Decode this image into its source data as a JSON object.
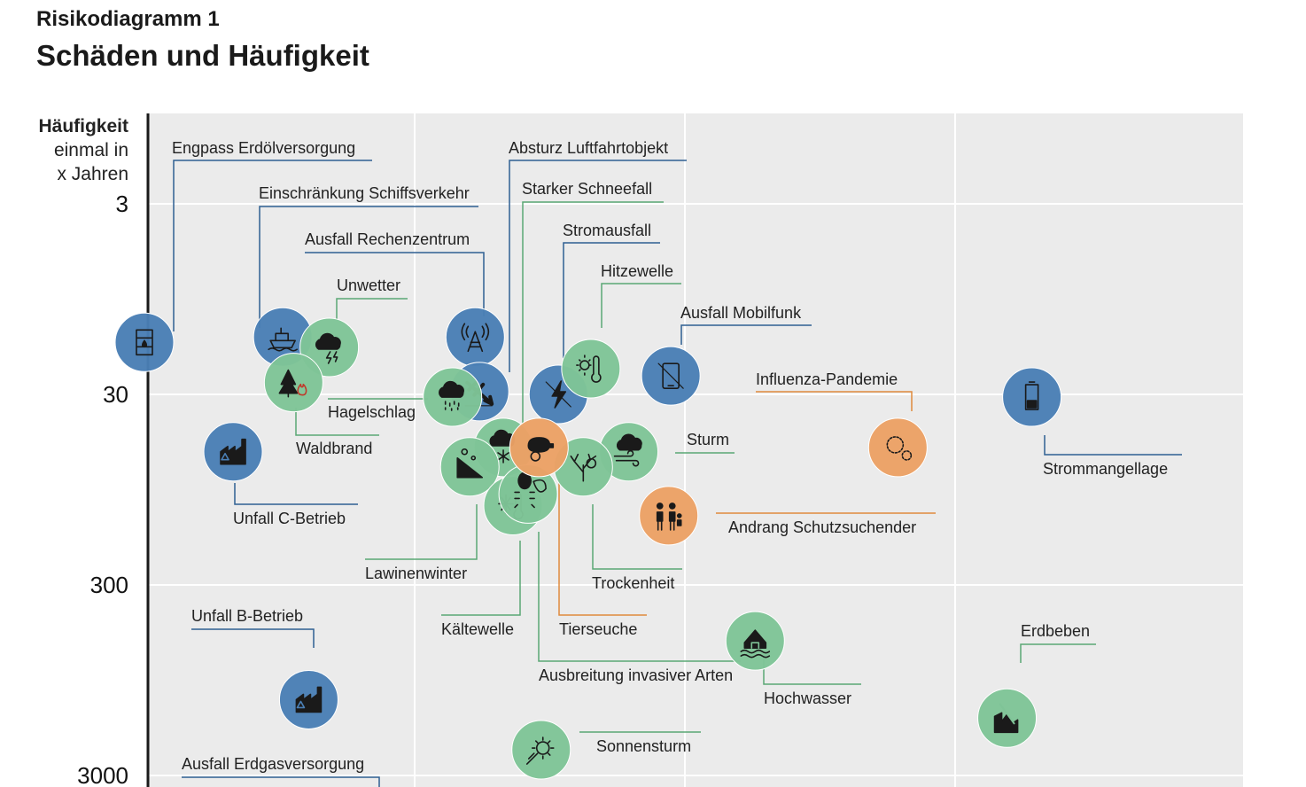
{
  "kicker": "Risikodiagramm 1",
  "title": "Schäden und Häufigkeit",
  "colors": {
    "plot_bg": "#ebebeb",
    "grid": "#ffffff",
    "axis": "#1a1a1a",
    "blue": "#4a7fb5",
    "green": "#7fc497",
    "orange": "#eba165",
    "blue_line": "#2e5f92",
    "green_line": "#5aa874",
    "orange_line": "#e08a3c",
    "glyph": "#1a1a1a"
  },
  "chart_data": {
    "type": "scatter",
    "title": "Schäden und Häufigkeit",
    "ylabel": [
      "Häufigkeit",
      "einmal in",
      "x Jahren"
    ],
    "y_scale": "log",
    "y_ticks": [
      3,
      30,
      300,
      3000
    ],
    "y_tick_labels": [
      "3",
      "30",
      "300",
      "3000"
    ],
    "ylim": [
      1.1,
      3000
    ],
    "xlim": [
      0,
      100
    ],
    "x_grid": [
      25,
      50,
      75
    ],
    "grid": true,
    "series": [
      {
        "color": "blue",
        "points": [
          {
            "label": "Engpass Erdölversorgung",
            "x": 0,
            "y": 16,
            "icon": "oil-barrel-icon"
          },
          {
            "label": "Einschränkung Schiffsverkehr",
            "x": 12.8,
            "y": 15,
            "icon": "ship-icon"
          },
          {
            "label": "Ausfall Rechenzentrum",
            "x": 30.6,
            "y": 15,
            "icon": "antenna-tower-icon"
          },
          {
            "label": "Absturz Luftfahrtobjekt",
            "x": 31.0,
            "y": 29,
            "icon": "plane-crash-icon"
          },
          {
            "label": "Stromausfall",
            "x": 38.3,
            "y": 30,
            "icon": "lightning-icon"
          },
          {
            "label": "Ausfall Mobilfunk",
            "x": 48.7,
            "y": 24,
            "icon": "mobile-phone-icon"
          },
          {
            "label": "Strommangellage",
            "x": 82.1,
            "y": 31,
            "icon": "battery-icon"
          },
          {
            "label": "Unfall C-Betrieb",
            "x": 8.2,
            "y": 60,
            "icon": "chemical-plant-icon"
          },
          {
            "label": "Unfall B-Betrieb",
            "x": 15.2,
            "y": 1200,
            "icon": "biohazard-plant-icon"
          }
        ]
      },
      {
        "color": "green",
        "points": [
          {
            "label": "Unwetter",
            "x": 17.1,
            "y": 17,
            "icon": "storm-cloud-icon"
          },
          {
            "label": "Waldbrand",
            "x": 13.8,
            "y": 26,
            "icon": "forest-fire-icon"
          },
          {
            "label": "Hagelschlag",
            "x": 28.5,
            "y": 31,
            "icon": "hail-cloud-icon"
          },
          {
            "label": "Starker Schneefall",
            "x": 33.2,
            "y": 57,
            "icon": "snow-cloud-icon"
          },
          {
            "label": "Hitzewelle",
            "x": 41.3,
            "y": 22,
            "icon": "heat-thermometer-icon"
          },
          {
            "label": "Sturm",
            "x": 44.8,
            "y": 60,
            "icon": "wind-cloud-icon"
          },
          {
            "label": "Lawinenwinter",
            "x": 30.1,
            "y": 72,
            "icon": "avalanche-icon"
          },
          {
            "label": "Kältewelle",
            "x": 34.1,
            "y": 115,
            "icon": "cold-thermometer-icon"
          },
          {
            "label": "Ausbreitung invasiver Arten",
            "x": 35.5,
            "y": 100,
            "icon": "beetle-leaf-icon"
          },
          {
            "label": "Trockenheit",
            "x": 40.6,
            "y": 72,
            "icon": "dry-tree-icon"
          },
          {
            "label": "Hochwasser",
            "x": 56.5,
            "y": 590,
            "icon": "flood-house-icon"
          },
          {
            "label": "Erdbeben",
            "x": 79.8,
            "y": 1500,
            "icon": "earthquake-icon"
          },
          {
            "label": "Sonnensturm",
            "x": 36.7,
            "y": 2200,
            "icon": "solar-storm-icon"
          }
        ]
      },
      {
        "color": "orange",
        "points": [
          {
            "label": "Tierseuche",
            "x": 36.5,
            "y": 57,
            "icon": "pig-virus-icon"
          },
          {
            "label": "Influenza-Pandemie",
            "x": 69.7,
            "y": 57,
            "icon": "virus-icon"
          },
          {
            "label": "Andrang Schutzsuchender",
            "x": 48.5,
            "y": 130,
            "icon": "refugees-icon"
          }
        ]
      }
    ],
    "annotations": [
      "Ausfall Erdgasversorgung"
    ]
  }
}
